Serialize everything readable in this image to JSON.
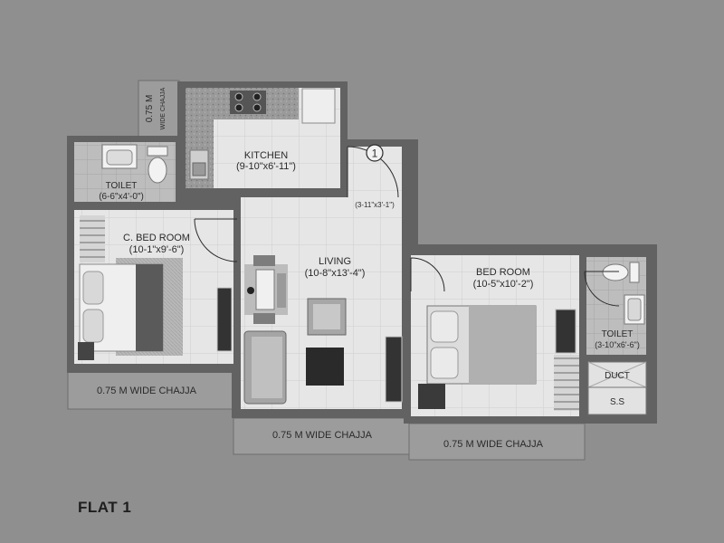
{
  "flat_label": "FLAT 1",
  "rooms": {
    "kitchen": {
      "name": "KITCHEN",
      "dims": "(9-10\"x6'-11\")"
    },
    "living": {
      "name": "LIVING",
      "dims": "(10-8\"x13'-4\")"
    },
    "c_bed_room": {
      "name": "C. BED ROOM",
      "dims": "(10-1\"x9'-6\")"
    },
    "bed_room": {
      "name": "BED ROOM",
      "dims": "(10-5\"x10'-2\")"
    },
    "toilet_left": {
      "name": "TOILET",
      "dims": "(6-6\"x4'-0\")"
    },
    "toilet_right": {
      "name": "TOILET",
      "dims": "(3-10\"x6'-6\")"
    },
    "duct": {
      "name": "DUCT"
    },
    "ss": {
      "name": "S.S"
    }
  },
  "entrance": {
    "number": "1",
    "dims": "(3-11\"x3'-1\")"
  },
  "chajja": {
    "top_left_line1": "0.75 M",
    "top_left_line2": "WIDE CHAJJA",
    "left": "0.75 M WIDE CHAJJA",
    "center": "0.75 M WIDE CHAJJA",
    "right": "0.75 M WIDE CHAJJA"
  }
}
